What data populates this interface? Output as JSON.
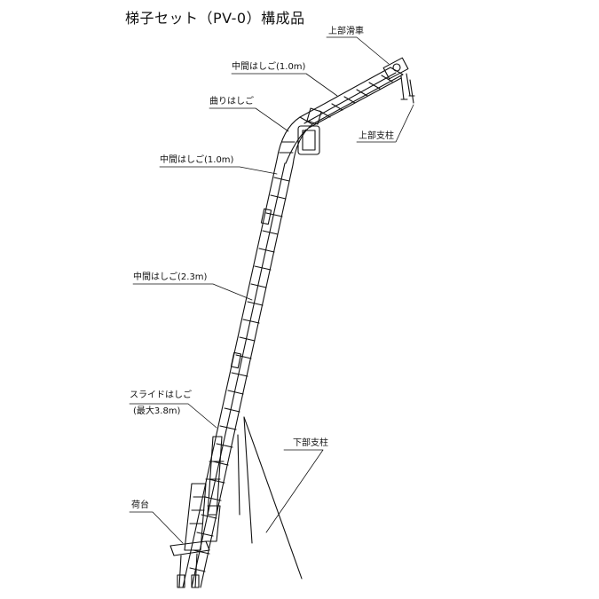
{
  "title": "梯子セット（PV-0）構成品",
  "labels": {
    "top_pulley": "上部滑車",
    "middle_ladder_top": "中間はしご(1.0m)",
    "curved_ladder": "曲りはしご",
    "top_support": "上部支柱",
    "middle_ladder_upper": "中間はしご(1.0m)",
    "middle_ladder_main": "中間はしご(2.3m)",
    "slide_ladder": "スライドはしご",
    "slide_ladder_max": "(最大3.8m)",
    "bottom_support": "下部支柱",
    "platform": "荷台"
  }
}
